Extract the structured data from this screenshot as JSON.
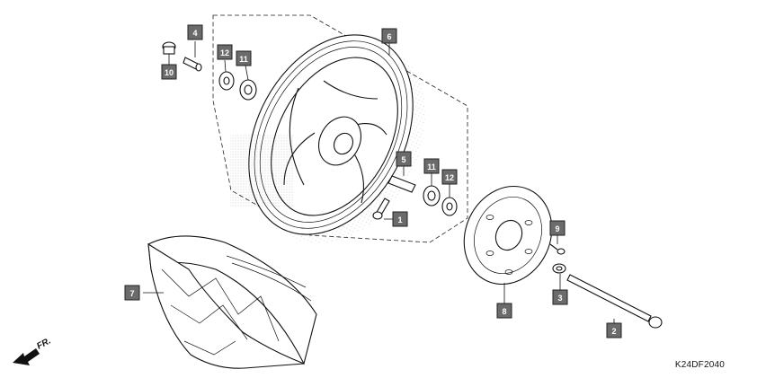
{
  "diagram_code": "K24DF2040",
  "direction_label": "FR.",
  "callouts": [
    {
      "id": "c1",
      "label": "1"
    },
    {
      "id": "c2",
      "label": "2"
    },
    {
      "id": "c3",
      "label": "3"
    },
    {
      "id": "c4",
      "label": "4"
    },
    {
      "id": "c5",
      "label": "5"
    },
    {
      "id": "c6",
      "label": "6"
    },
    {
      "id": "c7",
      "label": "7"
    },
    {
      "id": "c8",
      "label": "8"
    },
    {
      "id": "c9",
      "label": "9"
    },
    {
      "id": "c10",
      "label": "10"
    },
    {
      "id": "c11a",
      "label": "11"
    },
    {
      "id": "c11b",
      "label": "11"
    },
    {
      "id": "c12a",
      "label": "12"
    },
    {
      "id": "c12b",
      "label": "12"
    }
  ]
}
